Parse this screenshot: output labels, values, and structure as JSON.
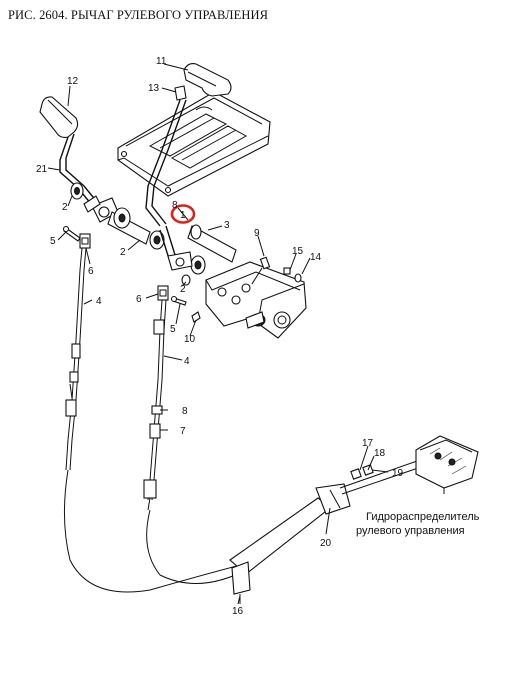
{
  "title": "РИС. 2604. РЫЧАГ РУЛЕВОГО УПРАВЛЕНИЯ",
  "callouts": {
    "c1": "1",
    "c2a": "2",
    "c2b": "2",
    "c2c": "2",
    "c3": "3",
    "c4a": "4",
    "c4b": "4",
    "c5a": "5",
    "c5b": "5",
    "c6a": "6",
    "c6b": "6",
    "c7": "7",
    "c8": "8",
    "c9": "9",
    "c10": "10",
    "c11": "11",
    "c12": "12",
    "c13": "13",
    "c14": "14",
    "c15": "15",
    "c16": "16",
    "c17": "17",
    "c18": "18",
    "c19": "19",
    "c20": "20",
    "c21": "21"
  },
  "annotation": {
    "line1": "Гидрораспределитель",
    "line2": "рулевого управления"
  },
  "highlight_color": "#e0201c"
}
